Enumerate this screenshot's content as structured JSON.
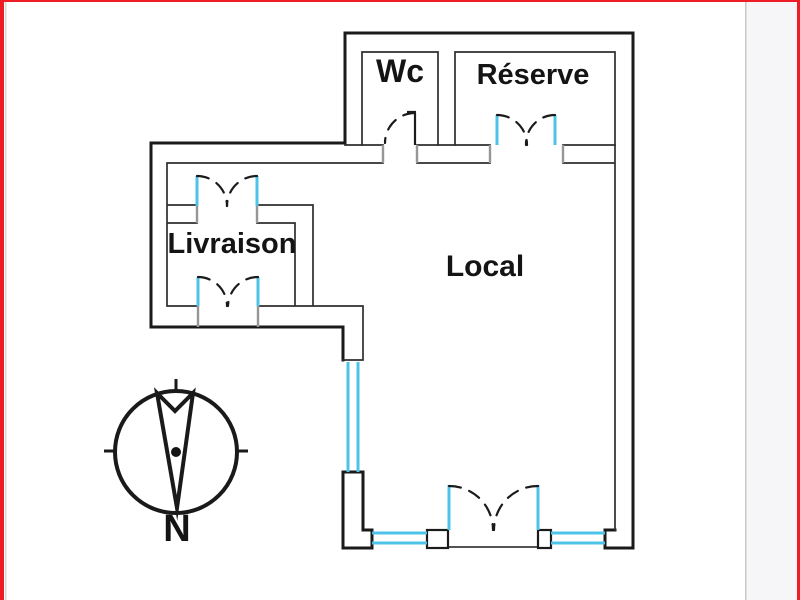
{
  "page": {
    "background": "#ffffff",
    "border_color": "#ee1c25",
    "rule_color": "#d9d9d3",
    "panel_color": "#f6f6f8",
    "panel_divider_color": "#c9c9c9"
  },
  "floorplan": {
    "labels": {
      "wc": "Wc",
      "reserve": "Réserve",
      "livraison": "Livraison",
      "local": "Local"
    },
    "compass": {
      "north_label": "N"
    },
    "colors": {
      "wall": "#1a1a1a",
      "glazing": "#4ec3ea",
      "jamb": "#979797"
    }
  }
}
